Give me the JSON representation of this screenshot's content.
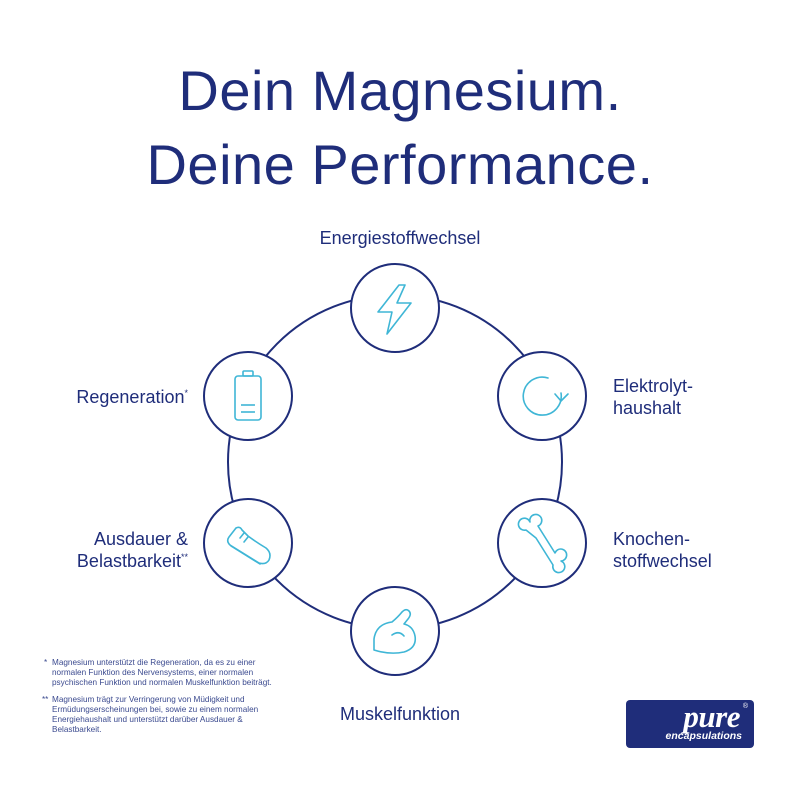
{
  "headline": {
    "line1": "Dein Magnesium.",
    "line2": "Deine Performance."
  },
  "benefits": [
    {
      "label": "Energiestoffwechsel",
      "icon": "lightning-icon"
    },
    {
      "label_line1": "Elektrolyt-",
      "label_line2": "haushalt",
      "icon": "refresh-cycle-icon"
    },
    {
      "label_line1": "Knochen-",
      "label_line2": "stoffwechsel",
      "icon": "bone-icon"
    },
    {
      "label": "Muskelfunktion",
      "icon": "flexed-arm-icon"
    },
    {
      "label_line1": "Ausdauer &",
      "label_line2": "Belastbarkeit",
      "mark": "**",
      "icon": "running-shoe-icon"
    },
    {
      "label": "Regeneration",
      "mark": "*",
      "icon": "battery-icon"
    }
  ],
  "footnotes": [
    {
      "mark": "*",
      "text": "Magnesium unterstützt die Regeneration, da es zu einer normalen Funktion des Nervensystems, einer normalen psychischen Funktion und normalen Muskelfunktion beiträgt."
    },
    {
      "mark": "**",
      "text": "Magnesium trägt zur Verringerung von Müdigkeit und Ermüdungserscheinungen bei, sowie zu einem normalen Energiehaushalt und unterstützt darüber Ausdauer & Belastbarkeit."
    }
  ],
  "logo": {
    "brand": "pure",
    "sub": "encapsulations",
    "reg": "®"
  },
  "colors": {
    "navy": "#1f2d7a",
    "icon_teal": "#3fb6d6",
    "background": "#ffffff"
  }
}
